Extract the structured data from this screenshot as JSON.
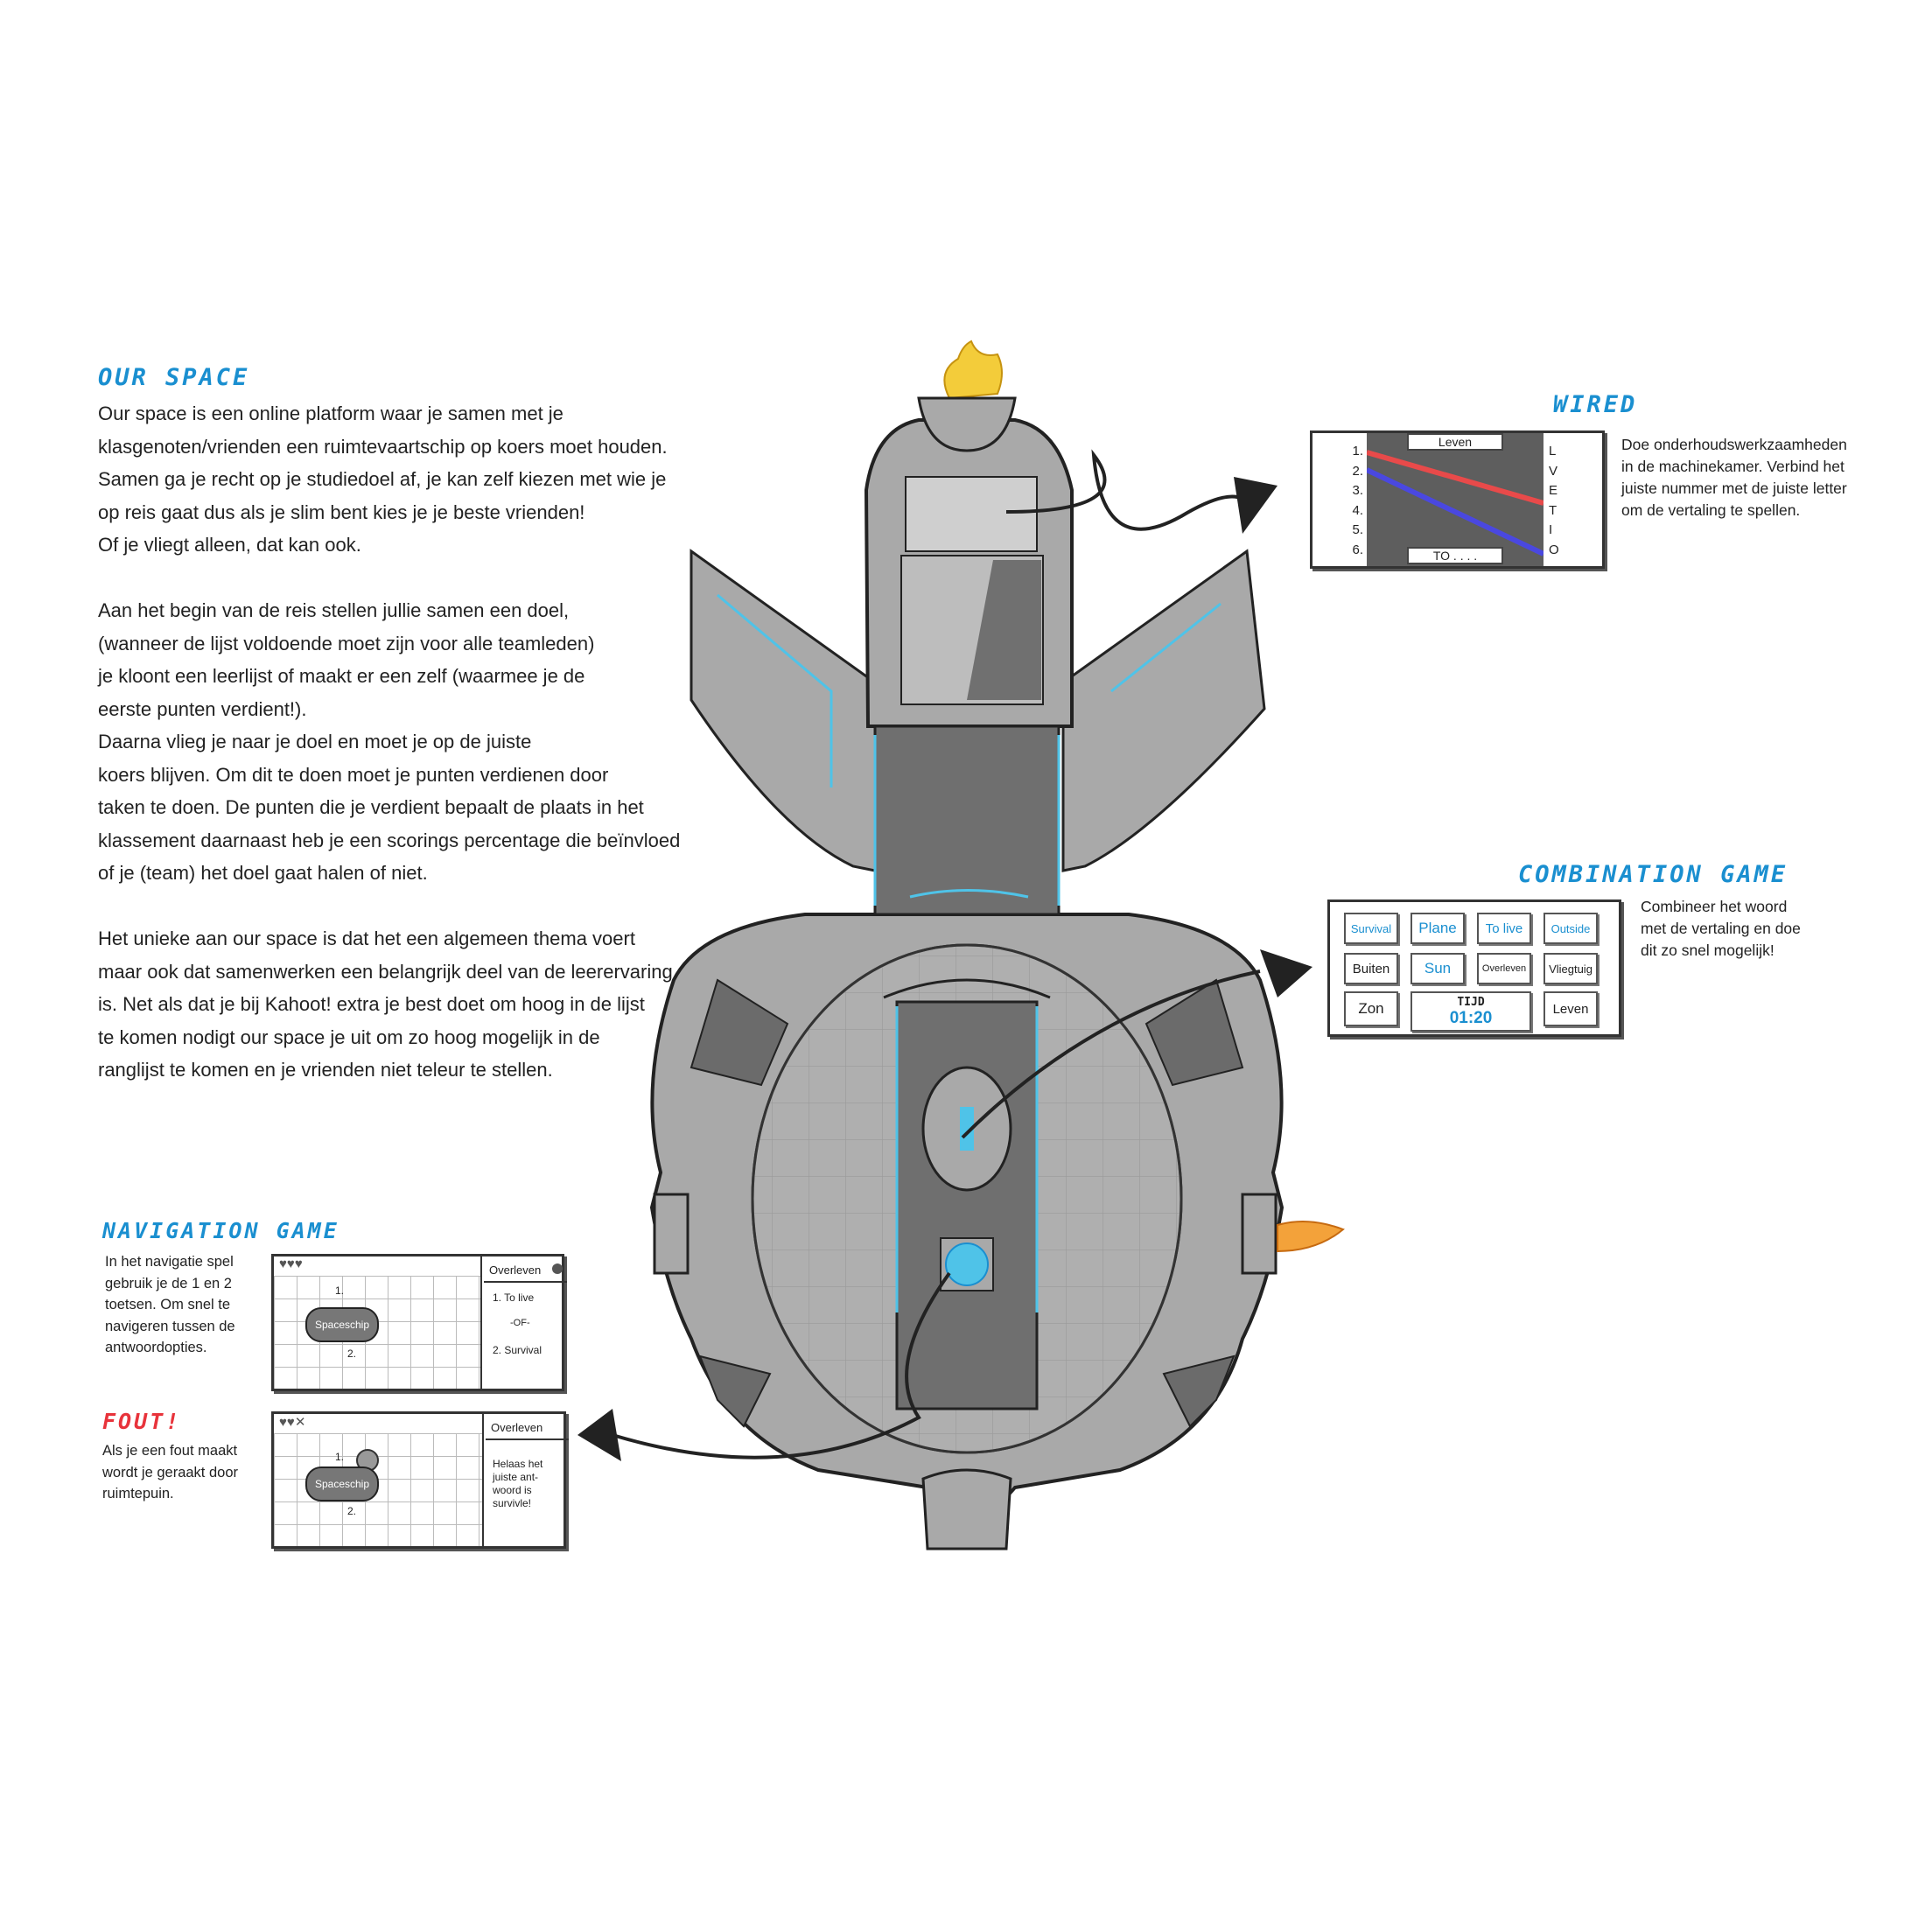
{
  "our_space": {
    "title": "Our Space",
    "body": "Our space is een online platform waar je samen met je\nklasgenoten/vrienden een ruimtevaartschip op koers moet houden.\nSamen ga je recht op je studiedoel af, je kan zelf kiezen met wie je\nop reis gaat dus als je slim bent kies je je beste vrienden!\nOf je vliegt alleen, dat kan ook.\n\nAan het begin van de reis stellen jullie samen een doel,\n(wanneer de lijst voldoende moet zijn voor alle teamleden)\nje kloont een leerlijst of maakt er een zelf (waarmee je de\neerste punten verdient!).\nDaarna vlieg je naar je doel en moet je op de juiste\nkoers blijven. Om dit te doen moet je punten verdienen door\ntaken te doen. De punten die je verdient bepaalt de plaats in het\nklassement daarnaast heb je een scorings percentage die beïnvloed\nof je (team) het doel gaat halen of niet.\n\nHet unieke aan our space is dat het een algemeen thema voert\nmaar ook dat samenwerken een belangrijk deel van de leerervaring\nis. Net als dat je bij Kahoot! extra je best doet om hoog in de lijst\nte komen nodigt our space je uit om zo hoog mogelijk in de\nranglijst te komen en je vrienden niet teleur te stellen."
  },
  "wired": {
    "title": "Wired",
    "description": "Doe onderhoudswerkzaamheden\nin de machinekamer. Verbind het\njuiste nummer met de juiste letter\nom de vertaling te spellen.",
    "numbers": [
      "1.",
      "2.",
      "3.",
      "4.",
      "5.",
      "6."
    ],
    "letters": [
      "L",
      "V",
      "E",
      "T",
      "I",
      "O"
    ],
    "top_word": "Leven",
    "bottom_word": "TO . . . .",
    "wire_colors": [
      "#e84a4a",
      "#4a48e0"
    ]
  },
  "combination": {
    "title": "Combination Game",
    "description": "Combineer het woord\nmet de vertaling en doe\ndit zo snel mogelijk!",
    "row1": [
      "Survival",
      "Plane",
      "To live",
      "Outside"
    ],
    "row2": [
      "Buiten",
      "Sun",
      "Overleven",
      "Vliegtuig"
    ],
    "zon": "Zon",
    "timer_label": "TIJD",
    "timer_value": "01:20",
    "leven": "Leven"
  },
  "navigation": {
    "title": "Navigation Game",
    "description": "In het navigatie spel\ngebruik je de 1 en 2\ntoetsen. Om snel  te\nnavigeren tussen de\nantwoordopties.",
    "hearts": "♥♥♥",
    "ship_label": "Spaceschip",
    "lane1": "1.",
    "lane2": "2.",
    "word": "Overleven",
    "option1": "1. To live",
    "or": "-OF-",
    "option2": "2. Survival"
  },
  "fout": {
    "title": "Fout!",
    "description": "Als je een fout maakt\nwordt je geraakt door\nruimtepuin.",
    "hearts": "♥♥✕",
    "ship_label": "Spaceschip",
    "lane1": "1.",
    "lane2": "2.",
    "word": "Overleven",
    "message": "Helaas het\njuiste ant-\nwoord is\nsurvivle!"
  },
  "colors": {
    "accent_blue": "#1a8fd0",
    "accent_red": "#e8333b",
    "hull": "#a9a9a9",
    "glow": "#4fc3e8"
  }
}
